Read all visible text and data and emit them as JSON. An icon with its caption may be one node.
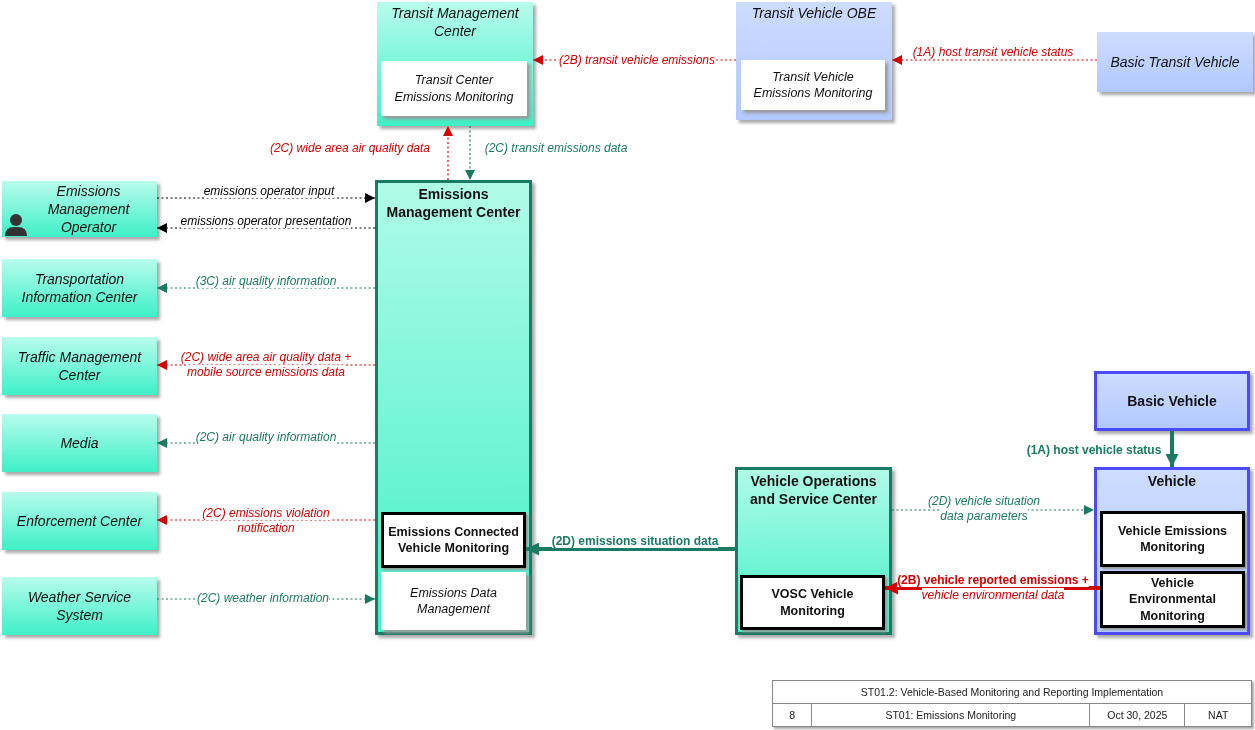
{
  "diagram": {
    "nodes": [
      {
        "text": [
          "Transit Management Center"
        ]
      },
      {
        "text": [
          "Transit Center Emissions Monitoring"
        ],
        "in": 0
      },
      {
        "text": [
          "Transit Vehicle OBE"
        ]
      },
      {
        "text": [
          "Transit Vehicle Emissions Monitoring"
        ],
        "in": 2
      },
      {
        "text": [
          "Basic Transit Vehicle"
        ]
      },
      {
        "text": [
          "Emissions Management Operator"
        ]
      },
      {
        "text": [
          "Emissions Management Center"
        ]
      },
      {
        "text": [
          "Emissions Connected Vehicle Monitoring"
        ],
        "in": 6
      },
      {
        "text": [
          "Emissions Data Management"
        ],
        "in": 6
      },
      {
        "text": [
          "Transportation Information Center"
        ]
      },
      {
        "text": [
          "Traffic Management Center"
        ]
      },
      {
        "text": [
          "Media"
        ]
      },
      {
        "text": [
          "Enforcement Center"
        ]
      },
      {
        "text": [
          "Weather Service System"
        ]
      },
      {
        "text": [
          "Basic Vehicle"
        ]
      },
      {
        "text": [
          "Vehicle Operations and Service Center"
        ]
      },
      {
        "text": [
          "VOSC Vehicle Monitoring"
        ],
        "in": 15
      },
      {
        "text": [
          "Vehicle"
        ]
      },
      {
        "text": [
          "Vehicle Emissions Monitoring"
        ],
        "in": 17
      },
      {
        "text": [
          "Vehicle Environmental Monitoring"
        ],
        "in": 17
      }
    ],
    "edges": [
      {
        "from": 4,
        "to": 2,
        "arrow": "to",
        "label": "(1A) host transit vehicle status",
        "style": "dashed",
        "color": "#d40000"
      },
      {
        "from": 2,
        "to": 0,
        "arrow": "to",
        "label": "(2B) transit vehicle emissions",
        "style": "dashed",
        "color": "#d40000"
      },
      {
        "from": 6,
        "to": 0,
        "arrow": "to",
        "label": "(2C) wide area air quality data",
        "style": "dashed",
        "color": "#d40000"
      },
      {
        "from": 0,
        "to": 6,
        "arrow": "to",
        "label": "(2C) transit emissions data",
        "style": "dashed"
      },
      {
        "from": 5,
        "to": 6,
        "arrow": "to",
        "label": "emissions operator input",
        "style": "dashed",
        "color": "#000000"
      },
      {
        "from": 6,
        "to": 5,
        "arrow": "to",
        "label": "emissions operator presentation",
        "style": "dashed",
        "color": "#000000"
      },
      {
        "from": 6,
        "to": 9,
        "arrow": "to",
        "label": "(3C) air quality information",
        "style": "dashed"
      },
      {
        "from": 6,
        "to": 10,
        "arrow": "to",
        "label": "(2C) wide area air quality data + mobile source emissions data",
        "style": "dashed",
        "color": "#d40000"
      },
      {
        "from": 6,
        "to": 11,
        "arrow": "to",
        "label": "(2C) air quality information",
        "style": "dashed"
      },
      {
        "from": 6,
        "to": 12,
        "arrow": "to",
        "label": "(2C) emissions violation notification",
        "style": "dashed",
        "color": "#d40000"
      },
      {
        "from": 13,
        "to": 6,
        "arrow": "to",
        "label": "(2C) weather information",
        "style": "dashed"
      },
      {
        "from": 14,
        "to": 17,
        "arrow": "to",
        "label": "(1A) host vehicle status",
        "style": "thick"
      },
      {
        "from": 15,
        "to": 17,
        "arrow": "to",
        "label": "(2D) vehicle situation data parameters",
        "style": "dashed"
      },
      {
        "from": 15,
        "to": 7,
        "arrow": "to",
        "label": "(2D) emissions situation data",
        "style": "thick"
      },
      {
        "from": 19,
        "to": 16,
        "arrow": "to",
        "label": "(2B) vehicle reported emissions + *vehicle environmental data*",
        "style": "thick",
        "color": "#d40000"
      }
    ],
    "labels": [
      "ST01.2: Vehicle-Based Monitoring and Reporting Implementation",
      "8",
      "ST01: Emissions Monitoring",
      "Oct 30, 2025",
      "NAT"
    ]
  }
}
